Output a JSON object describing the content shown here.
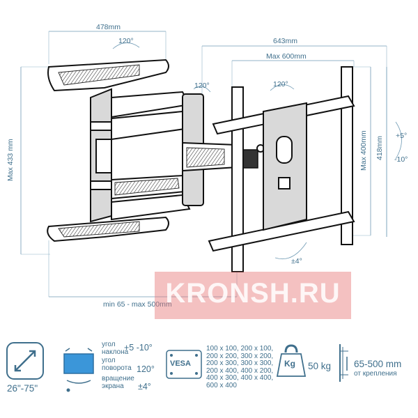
{
  "dimensions": {
    "width_top": "478mm",
    "total_width": "643mm",
    "max_600": "Max 600mm",
    "height_left": "Max 433 mm",
    "max_400": "Max 400mm",
    "h_418": "418mm",
    "extension": "min 65 - max 500mm",
    "swivel_1": "120°",
    "swivel_2": "120°",
    "swivel_3": "120°",
    "tilt_up": "+5°",
    "tilt_down": "-10°",
    "rotation": "±4°"
  },
  "watermark": "KRONSH.RU",
  "specs": {
    "screen_size": "26\"-75\"",
    "tilt_label": "угол наклона",
    "tilt_value": "+5 -10°",
    "swivel_label": "угол поворота",
    "swivel_value": "120°",
    "rotate_label": "вращение экрана",
    "rotate_value": "±4°",
    "vesa_badge": "VESA",
    "vesa_list": [
      "100 x 100, 200 x 100,",
      "200 x 200, 300 x 200,",
      "200 x 300, 300 x 300,",
      "200 x 400, 400 x 200,",
      "400 x 300, 400 x 400,",
      "600 x 400"
    ],
    "weight_badge": "Kg",
    "weight_value": "50 kg",
    "distance_value": "65-500 mm",
    "distance_label": "от крепления"
  },
  "icons": [
    "diagonal-arrow-icon",
    "screen-tilt-icon",
    "vesa-icon",
    "kettlebell-icon",
    "wall-distance-icon"
  ],
  "colors": {
    "dimension": "#3f6f8c",
    "watermark": "#e67676"
  }
}
